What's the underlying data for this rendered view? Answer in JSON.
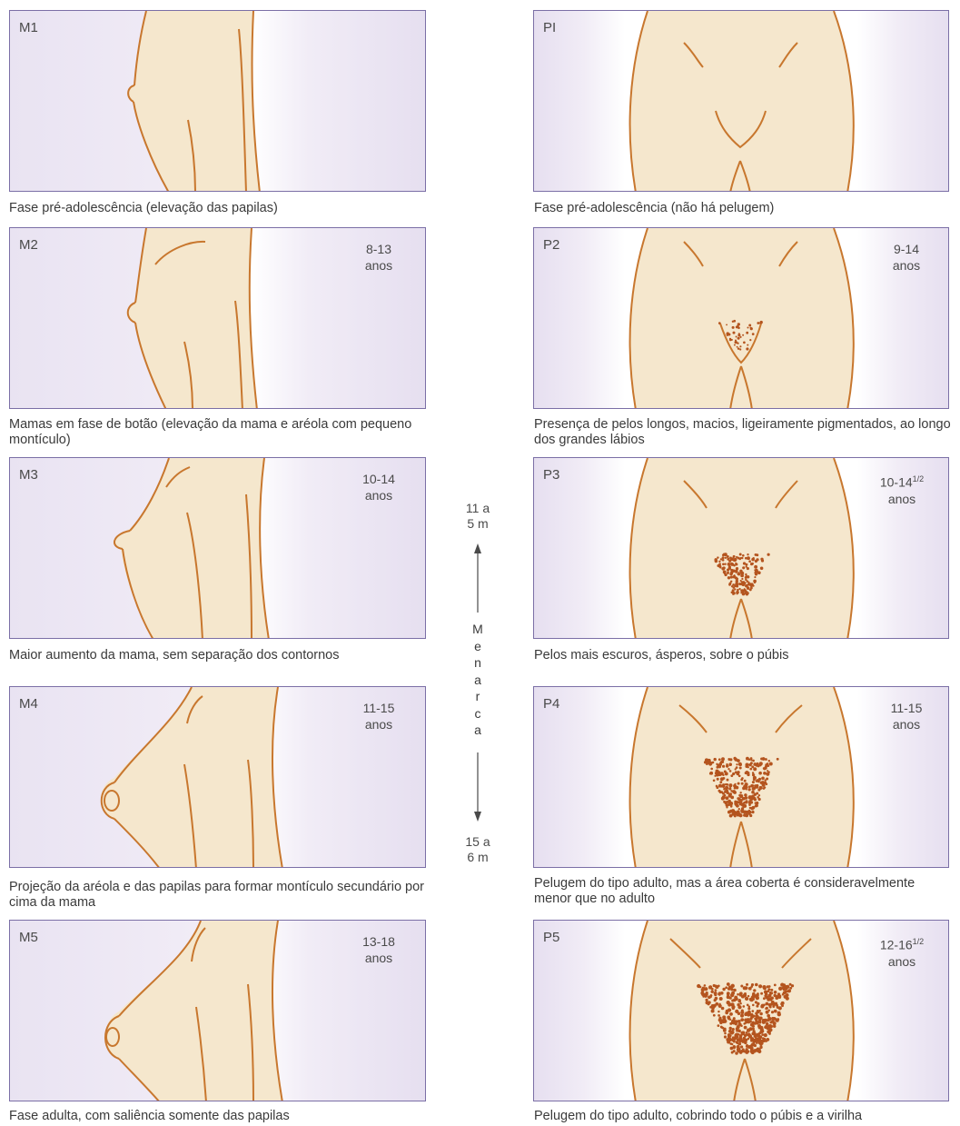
{
  "stages_m": [
    {
      "label": "M1",
      "age": "",
      "caption": "Fase pré-adolescência (elevação das papilas)"
    },
    {
      "label": "M2",
      "age": "8-13 anos",
      "caption": "Mamas em fase de botão (elevação da mama e aréola com pequeno montículo)"
    },
    {
      "label": "M3",
      "age": "10-14 anos",
      "caption": "Maior aumento da mama, sem separação dos contornos"
    },
    {
      "label": "M4",
      "age": "11-15 anos",
      "caption": "Projeção da aréola e das papilas para formar montículo secundário por cima da mama"
    },
    {
      "label": "M5",
      "age": "13-18 anos",
      "caption": "Fase adulta, com saliência somente das papilas"
    }
  ],
  "stages_p": [
    {
      "label": "PI",
      "age": "",
      "caption": "Fase pré-adolescência (não há pelugem)"
    },
    {
      "label": "P2",
      "age": "9-14 anos",
      "caption": "Presença de pelos longos, macios, ligeiramente pigmentados, ao longo dos grandes lábios"
    },
    {
      "label": "P3",
      "age": "10-14",
      "age_sup": "1/2",
      "age2": "anos",
      "caption": "Pelos mais escuros, ásperos, sobre o púbis"
    },
    {
      "label": "P4",
      "age": "11-15 anos",
      "caption": "Pelugem do tipo adulto, mas a área coberta é consideravelmente menor que no adulto"
    },
    {
      "label": "P5",
      "age": "12-16",
      "age_sup": "1/2",
      "age2": "anos",
      "caption": "Pelugem do tipo adulto, cobrindo todo o púbis e a virilha"
    }
  ],
  "menarche": {
    "top_1": "11 a",
    "top_2": "5 m",
    "word": "Menarca",
    "bottom_1": "15 a",
    "bottom_2": "6 m"
  },
  "colors": {
    "skin": "#f5e7cd",
    "line": "#c8772e",
    "hair": "#b4541e",
    "border": "#7b6fa6"
  }
}
